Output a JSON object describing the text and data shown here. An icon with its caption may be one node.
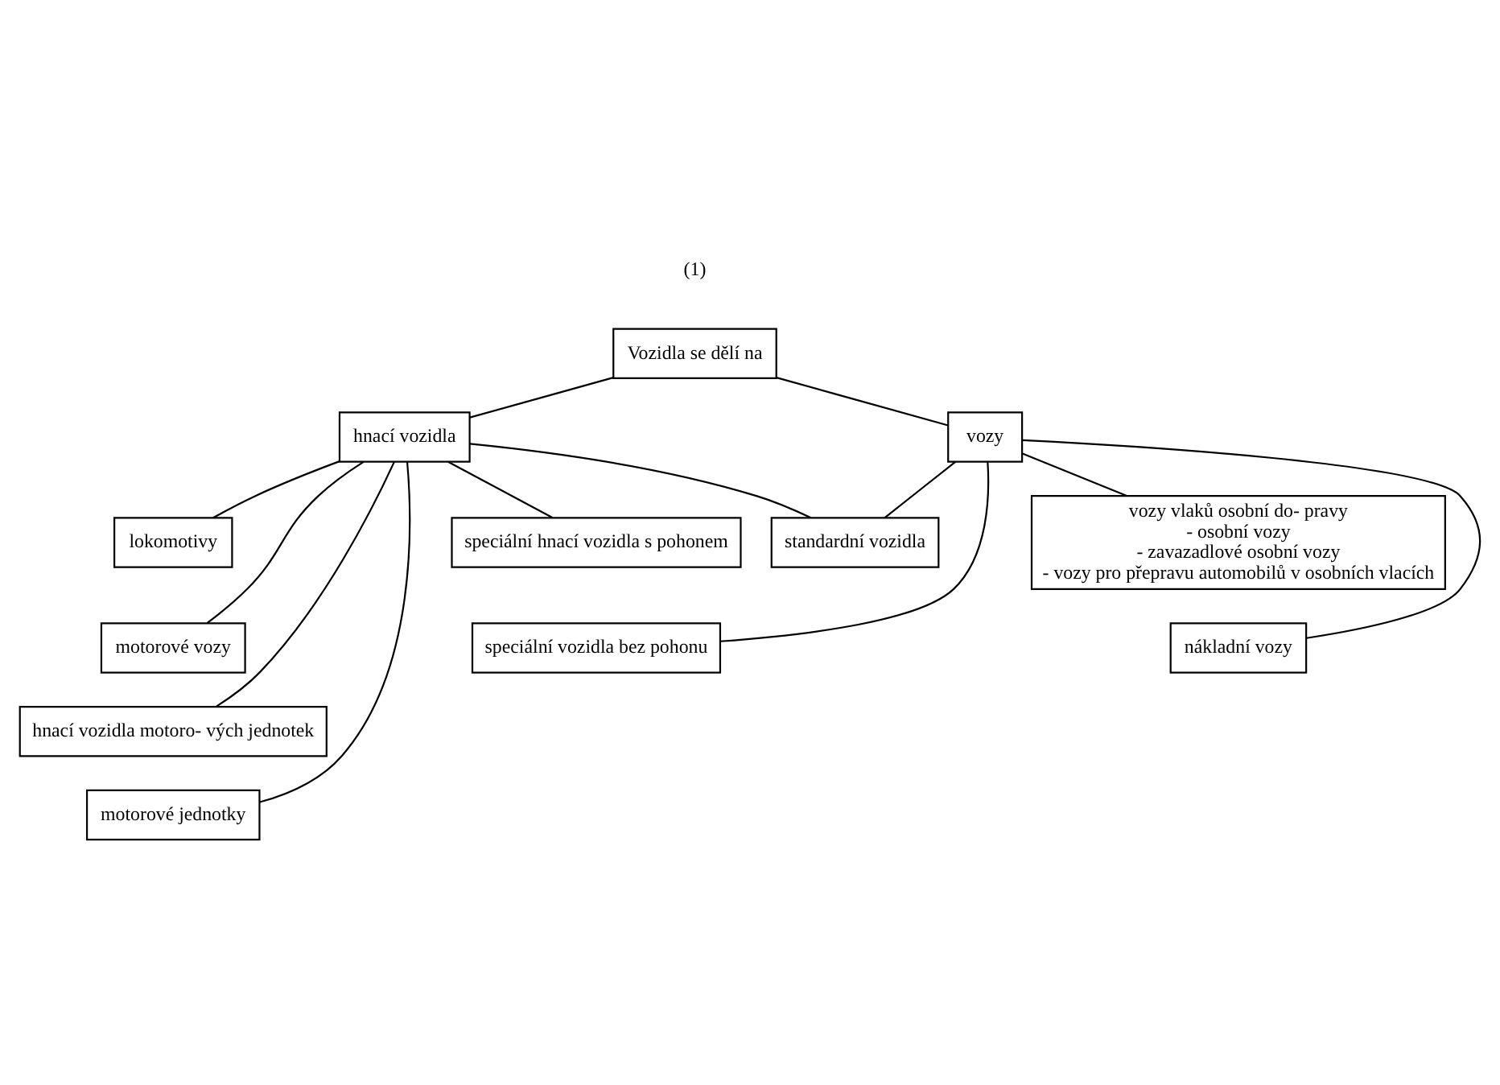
{
  "diagram": {
    "nodes": [
      {
        "text": [
          "Vozidla se dělí na"
        ]
      },
      {
        "text": [
          "hnací vozidla"
        ]
      },
      {
        "text": [
          "vozy"
        ]
      },
      {
        "text": [
          "lokomotivy"
        ]
      },
      {
        "text": [
          "motorové vozy"
        ]
      },
      {
        "text": [
          "hnací vozidla motoro- vých jednotek"
        ]
      },
      {
        "text": [
          "motorové jednotky"
        ]
      },
      {
        "text": [
          "standardní vozidla"
        ]
      },
      {
        "text": [
          "vozy vlaků osobní do- pravy",
          "- osobní vozy",
          "- zavazadlové osobní vozy",
          "- vozy pro přepravu automobilů v osobních vlacích"
        ]
      },
      {
        "text": [
          "nákladní vozy"
        ]
      },
      {
        "text": [
          "speciální hnací vozidla s pohonem"
        ]
      },
      {
        "text": [
          "speciální vozidla bez pohonu"
        ]
      }
    ],
    "edges": [
      {
        "from": 0,
        "to": 1,
        "arrow": "none"
      },
      {
        "from": 0,
        "to": 2,
        "arrow": "none"
      },
      {
        "from": 1,
        "to": 3,
        "arrow": "none"
      },
      {
        "from": 1,
        "to": 4,
        "arrow": "none"
      },
      {
        "from": 1,
        "to": 5,
        "arrow": "none"
      },
      {
        "from": 1,
        "to": 6,
        "arrow": "none"
      },
      {
        "from": 1,
        "to": 7,
        "arrow": "none"
      },
      {
        "from": 2,
        "to": 7,
        "arrow": "none"
      },
      {
        "from": 2,
        "to": 8,
        "arrow": "none"
      },
      {
        "from": 2,
        "to": 9,
        "arrow": "none"
      },
      {
        "from": 1,
        "to": 10,
        "arrow": "none"
      },
      {
        "from": 2,
        "to": 11,
        "arrow": "none"
      }
    ],
    "labels": [
      "(1)"
    ]
  }
}
